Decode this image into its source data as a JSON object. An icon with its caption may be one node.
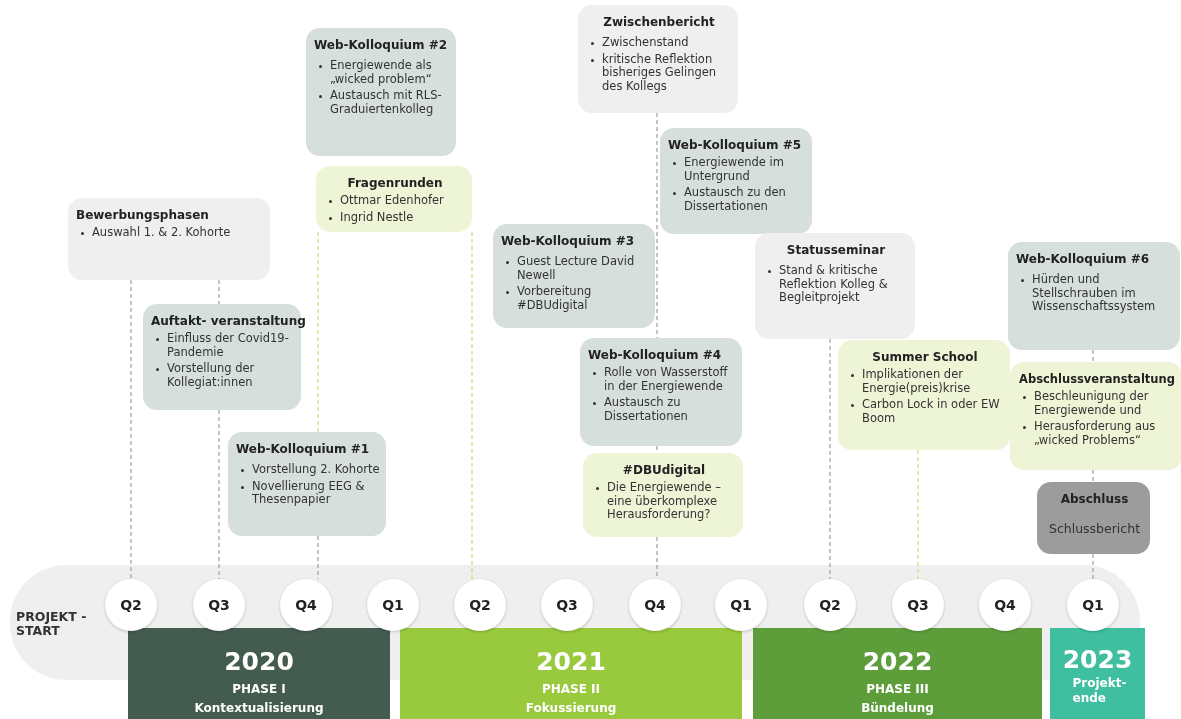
{
  "diagram": {
    "nodes": [
      {
        "text": [
          "Bewerbungsphasen",
          "Auswahl 1. & 2. Kohorte"
        ]
      },
      {
        "text": [
          "Auftakt- veranstaltung",
          "Einfluss der Covid19-Pandemie",
          "Vorstellung der Kollegiat:innen"
        ]
      },
      {
        "text": [
          "Web-Kolloquium #1",
          "Vorstellung 2. Kohorte",
          "Novellierung EEG & Thesenpapier"
        ]
      },
      {
        "text": [
          "Web-Kolloquium #2",
          "Energiewende als „wicked problem“",
          "Austausch mit RLS- Graduiertenkolleg"
        ]
      },
      {
        "text": [
          "Fragenrunden",
          "Ottmar Edenhofer",
          "Ingrid Nestle"
        ]
      },
      {
        "text": [
          "Zwischenbericht",
          "Zwischenstand",
          "kritische Reflektion bisheriges Gelingen des Kollegs"
        ]
      },
      {
        "text": [
          "Web-Kolloquium #3",
          "Guest Lecture David Newell",
          "Vorbereitung #DBUdigital"
        ]
      },
      {
        "text": [
          "Web-Kolloquium #4",
          "Rolle von Wasserstoff in der Energiewende",
          "Austausch zu Dissertationen"
        ]
      },
      {
        "text": [
          "#DBUdigital",
          "Die Energiewende – eine überkomplexe Herausforderung?"
        ]
      },
      {
        "text": [
          "Web-Kolloquium #5",
          "Energiewende im Untergrund",
          "Austausch zu den Dissertationen"
        ]
      },
      {
        "text": [
          "Statusseminar",
          "Stand & kritische Reflektion Kolleg & Begleitprojekt"
        ]
      },
      {
        "text": [
          "Summer School",
          "Implikationen der Energie(preis)krise",
          "Carbon Lock in oder EW Boom"
        ]
      },
      {
        "text": [
          "Web-Kolloquium #6",
          "Hürden und Stellschrauben im Wissenschaftssystem"
        ]
      },
      {
        "text": [
          "Abschlussveranstaltung",
          "Beschleunigung der Energiewende und",
          "Herausforderung aus „wicked Problems“"
        ]
      },
      {
        "text": [
          "Abschluss",
          "Schlussbericht"
        ]
      },
      {
        "text": [
          "Q2"
        ]
      },
      {
        "text": [
          "Q3"
        ]
      },
      {
        "text": [
          "Q4"
        ]
      },
      {
        "text": [
          "Q1"
        ]
      },
      {
        "text": [
          "Q2"
        ]
      },
      {
        "text": [
          "Q3"
        ]
      },
      {
        "text": [
          "Q4"
        ]
      },
      {
        "text": [
          "Q1"
        ]
      },
      {
        "text": [
          "Q2"
        ]
      },
      {
        "text": [
          "Q3"
        ]
      },
      {
        "text": [
          "Q4"
        ]
      },
      {
        "text": [
          "Q1"
        ]
      },
      {
        "text": [
          "2020",
          "PHASE I",
          "Kontextualisierung"
        ]
      },
      {
        "text": [
          "2021",
          "PHASE II",
          "Fokussierung"
        ]
      },
      {
        "text": [
          "2022",
          "PHASE III",
          "Bündelung"
        ]
      },
      {
        "text": [
          "2023",
          "Projekt- ende"
        ]
      }
    ],
    "edges": [
      {
        "from": 0,
        "to": 15,
        "arrow": "none",
        "style": "dashed"
      },
      {
        "from": 0,
        "to": 1,
        "arrow": "none",
        "style": "dashed"
      },
      {
        "from": 1,
        "to": 16,
        "arrow": "none",
        "style": "dashed"
      },
      {
        "from": 4,
        "to": 2,
        "arrow": "none",
        "style": "dashed",
        "color": "#d9d98a"
      },
      {
        "from": 2,
        "to": 17,
        "arrow": "none",
        "style": "dashed"
      },
      {
        "from": 4,
        "to": 19,
        "arrow": "none",
        "style": "dashed",
        "color": "#d9d98a"
      },
      {
        "from": 5,
        "to": 7,
        "arrow": "none",
        "style": "dashed"
      },
      {
        "from": 7,
        "to": 8,
        "arrow": "none",
        "style": "dashed"
      },
      {
        "from": 8,
        "to": 21,
        "arrow": "none",
        "style": "dashed"
      },
      {
        "from": 10,
        "to": 23,
        "arrow": "none",
        "style": "dashed"
      },
      {
        "from": 11,
        "to": 24,
        "arrow": "none",
        "style": "dashed",
        "color": "#d9d98a"
      },
      {
        "from": 12,
        "to": 13,
        "arrow": "none",
        "style": "dashed"
      },
      {
        "from": 13,
        "to": 14,
        "arrow": "none",
        "style": "dashed"
      },
      {
        "from": 14,
        "to": 26,
        "arrow": "none",
        "style": "dashed"
      }
    ],
    "labels": [
      "PROJEKT -START"
    ]
  }
}
